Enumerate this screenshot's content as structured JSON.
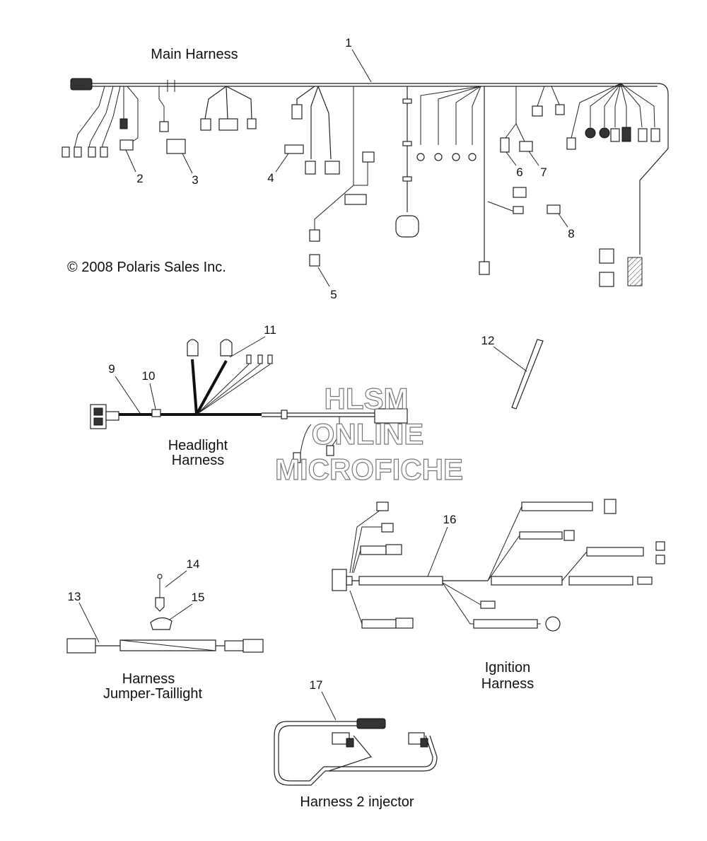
{
  "titles": {
    "main_harness": "Main Harness",
    "headlight_line1": "Headlight",
    "headlight_line2": "Harness",
    "jumper_line1": "Harness",
    "jumper_line2": "Jumper-Taillight",
    "ignition_line1": "Ignition",
    "ignition_line2": "Harness",
    "injector": "Harness 2 injector"
  },
  "copyright": "© 2008 Polaris Sales Inc.",
  "watermark": {
    "line1": "HLSM",
    "line2": "ONLINE",
    "line3": "MICROFICHE"
  },
  "callouts": [
    "1",
    "2",
    "3",
    "4",
    "5",
    "6",
    "7",
    "8",
    "9",
    "10",
    "11",
    "12",
    "13",
    "14",
    "15",
    "16",
    "17"
  ],
  "colors": {
    "line": "#222222",
    "watermark_outline": "#777777"
  }
}
